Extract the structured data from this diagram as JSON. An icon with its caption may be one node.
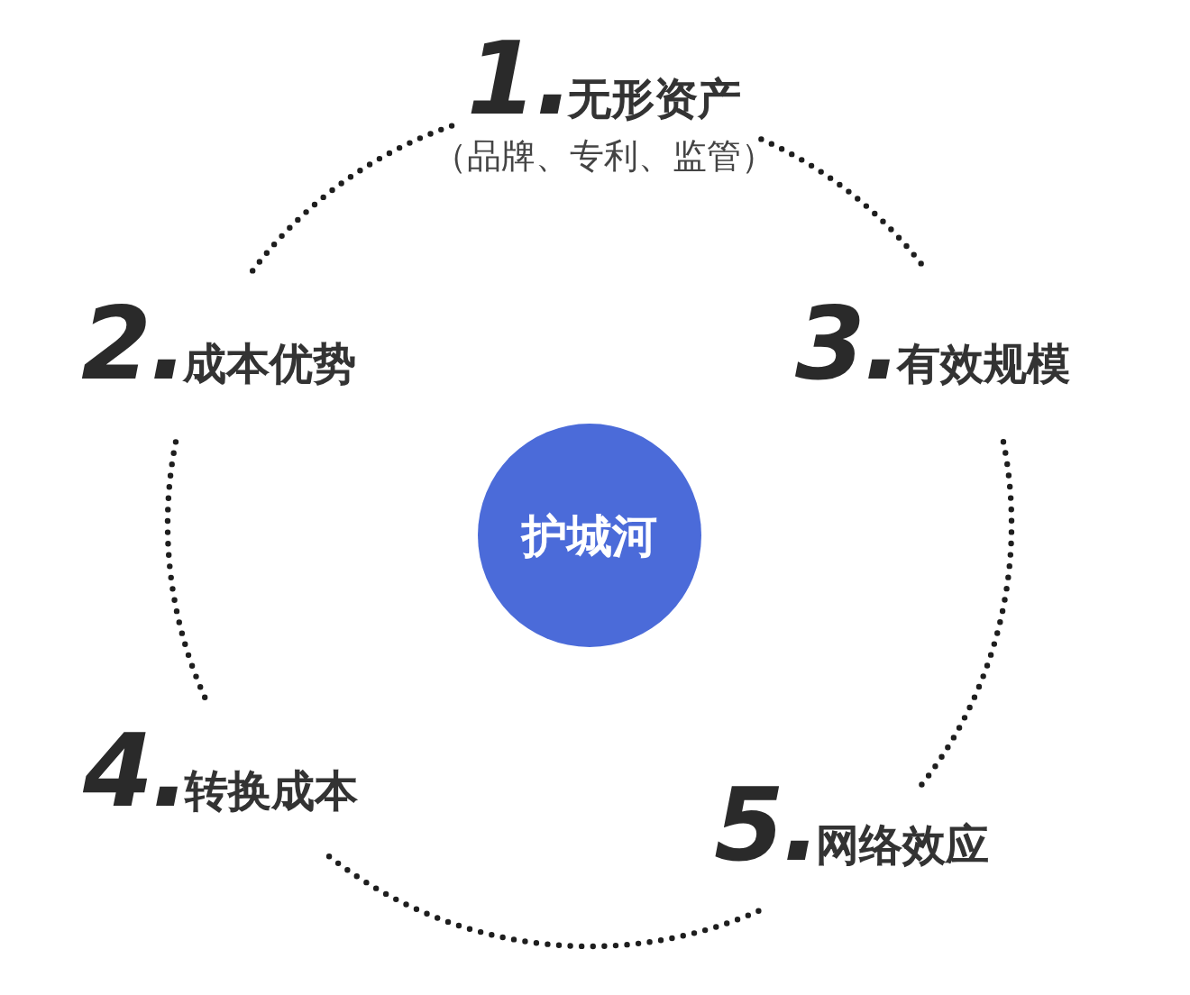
{
  "diagram": {
    "nodes": [
      {
        "text": [
          "1.",
          "无形资产",
          "（品牌、专利、监管）"
        ]
      },
      {
        "text": [
          "2.",
          "成本优势"
        ]
      },
      {
        "text": [
          "3.",
          "有效规模"
        ]
      },
      {
        "text": [
          "护城河"
        ]
      },
      {
        "text": [
          "4.",
          "转换成本"
        ]
      },
      {
        "text": [
          "5.",
          "网络效应"
        ]
      }
    ],
    "edges": [
      {
        "from": 0,
        "to": 2,
        "arrow": "none",
        "style": "dashed"
      },
      {
        "from": 2,
        "to": 5,
        "arrow": "none",
        "style": "dashed"
      },
      {
        "from": 5,
        "to": 4,
        "arrow": "none",
        "style": "dashed"
      },
      {
        "from": 4,
        "to": 1,
        "arrow": "none",
        "style": "dashed"
      },
      {
        "from": 1,
        "to": 0,
        "arrow": "none",
        "style": "dashed"
      }
    ]
  }
}
